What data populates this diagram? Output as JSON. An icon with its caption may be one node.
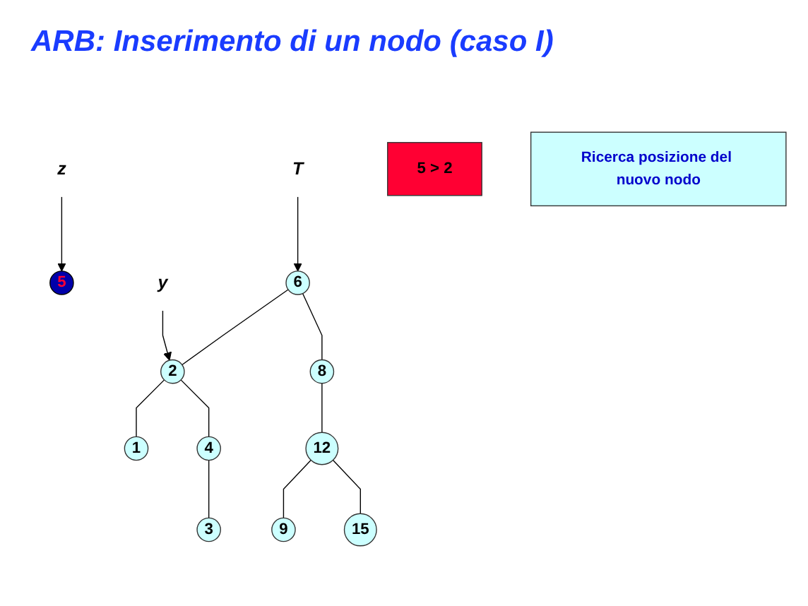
{
  "diagram": {
    "title": "ARB: Inserimento di un nodo (caso I)",
    "nodes": [
      {
        "text": [
          "z"
        ]
      },
      {
        "text": [
          "5"
        ]
      },
      {
        "text": [
          "T"
        ]
      },
      {
        "text": [
          "6"
        ]
      },
      {
        "text": [
          "5 > 2"
        ]
      },
      {
        "text": [
          "y"
        ]
      },
      {
        "text": [
          "2"
        ]
      },
      {
        "text": [
          "8"
        ]
      },
      {
        "text": [
          "Ricerca posizione del nuovo nodo"
        ]
      },
      {
        "text": [
          "1"
        ]
      },
      {
        "text": [
          "4"
        ]
      },
      {
        "text": [
          "12"
        ]
      },
      {
        "text": [
          "3"
        ]
      },
      {
        "text": [
          "9"
        ]
      },
      {
        "text": [
          "15"
        ]
      }
    ],
    "edges": [
      {
        "from": 0,
        "to": 1,
        "arrow": "to"
      },
      {
        "from": 2,
        "to": 3,
        "arrow": "to"
      },
      {
        "from": 5,
        "to": 6,
        "arrow": "to"
      },
      {
        "from": 3,
        "to": 6,
        "arrow": "none"
      },
      {
        "from": 3,
        "to": 7,
        "arrow": "none"
      },
      {
        "from": 6,
        "to": 9,
        "arrow": "none"
      },
      {
        "from": 6,
        "to": 10,
        "arrow": "none"
      },
      {
        "from": 7,
        "to": 11,
        "arrow": "none"
      },
      {
        "from": 10,
        "to": 12,
        "arrow": "none"
      },
      {
        "from": 11,
        "to": 13,
        "arrow": "none"
      },
      {
        "from": 11,
        "to": 14,
        "arrow": "none"
      }
    ]
  }
}
